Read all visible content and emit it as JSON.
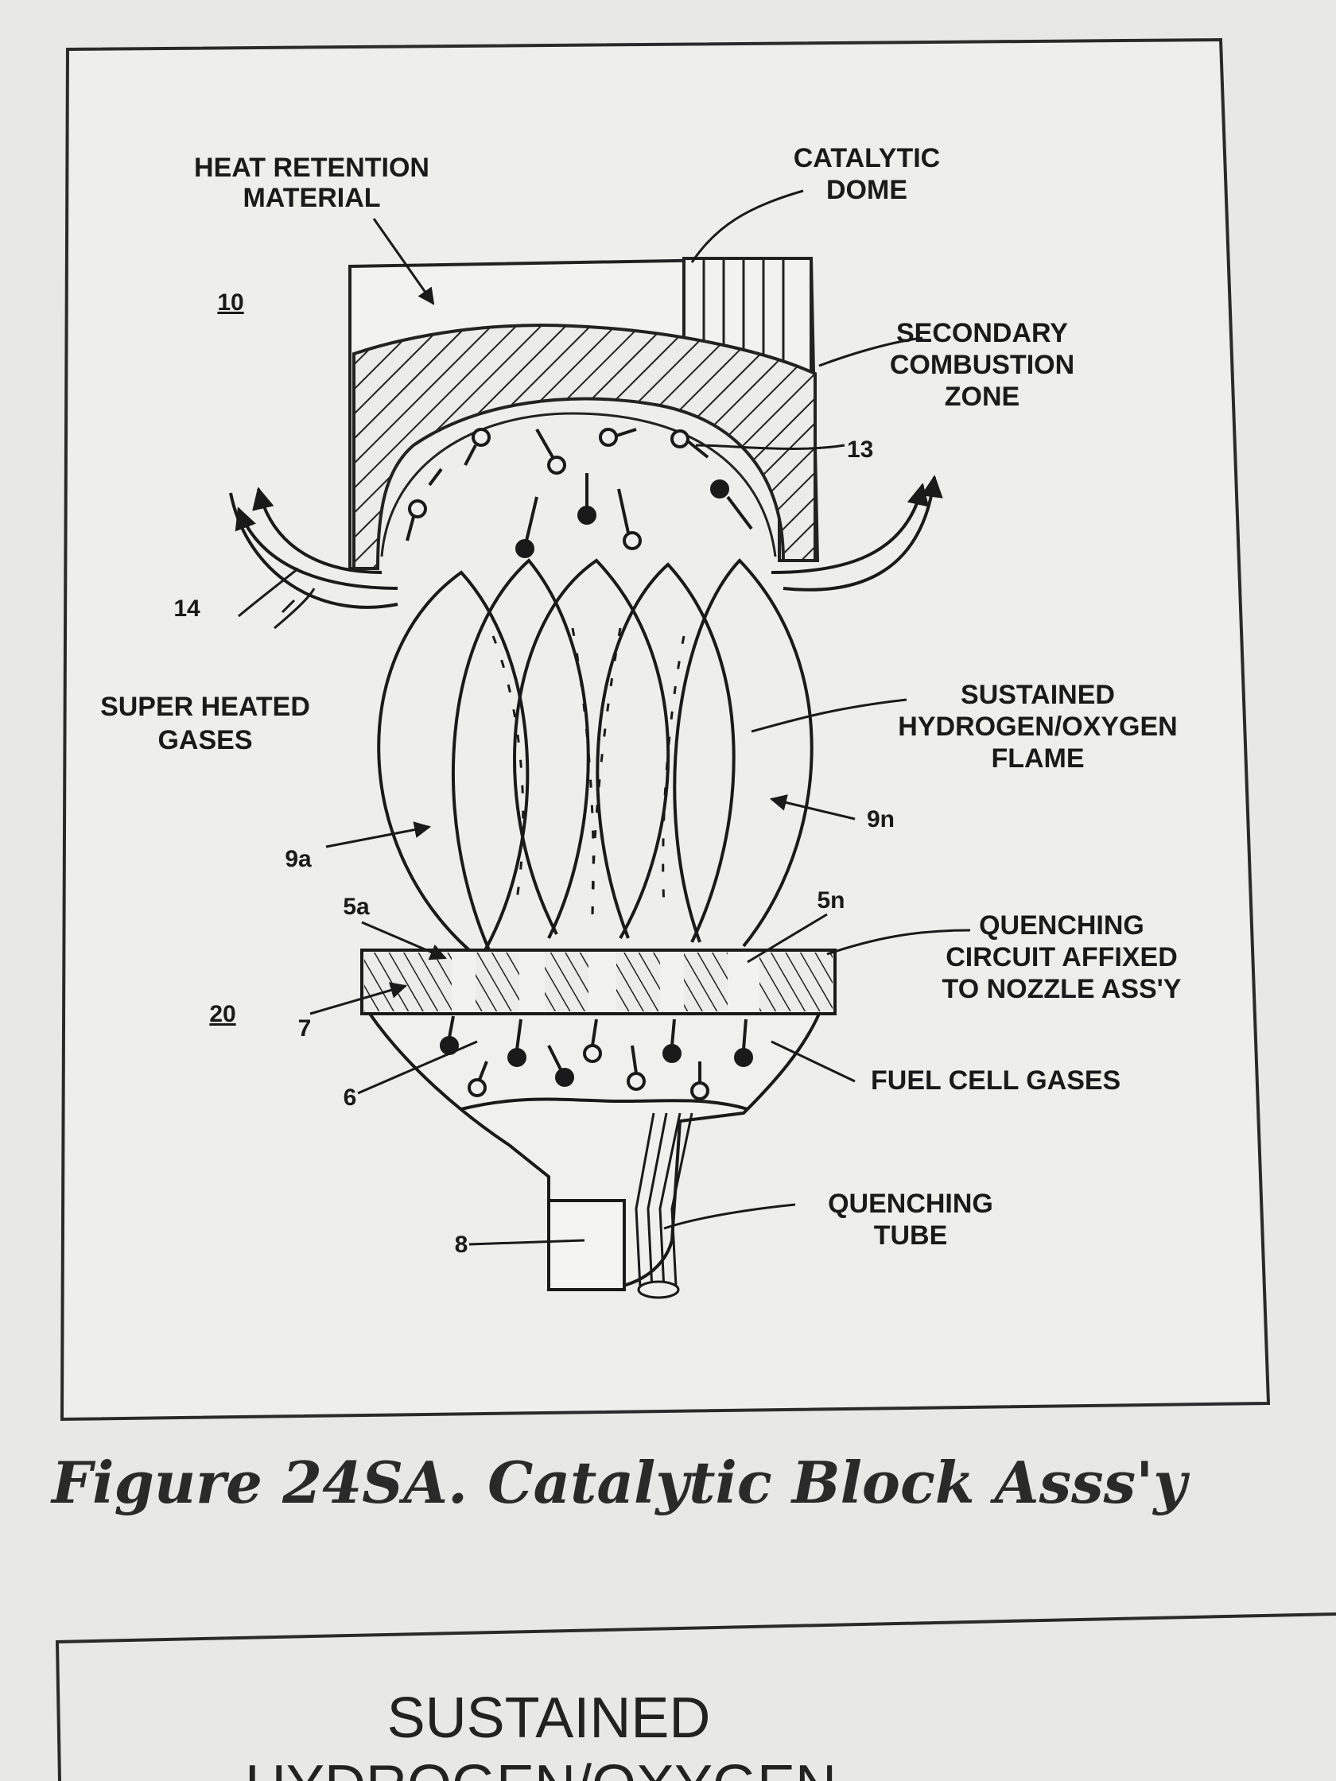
{
  "figure": {
    "caption": "Figure 24SA. Catalytic Block Asss'y",
    "ref_upper": "10",
    "ref_lower": "20"
  },
  "labels": {
    "heat_retention": [
      "HEAT RETENTION",
      "MATERIAL"
    ],
    "catalytic_dome": [
      "CATALYTIC",
      "DOME"
    ],
    "secondary_combustion": [
      "SECONDARY",
      "COMBUSTION",
      "ZONE"
    ],
    "superheated_gases": [
      "SUPER HEATED",
      "GASES"
    ],
    "sustained_flame": [
      "SUSTAINED",
      "HYDROGEN/OXYGEN",
      "FLAME"
    ],
    "quenching_circuit": [
      "QUENCHING",
      "CIRCUIT AFFIXED",
      "TO NOZZLE ASS'Y"
    ],
    "fuel_cell_gases": "FUEL CELL GASES",
    "quenching_tube": [
      "QUENCHING",
      "TUBE"
    ]
  },
  "numbers": {
    "n13": "13",
    "n14": "14",
    "n9a": "9a",
    "n9n": "9n",
    "n5a": "5a",
    "n5n": "5n",
    "n7": "7",
    "n6": "6",
    "n8": "8"
  },
  "next_figure": {
    "line1": "SUSTAINED",
    "line2": "HYDROGEN/OXYGEN"
  }
}
